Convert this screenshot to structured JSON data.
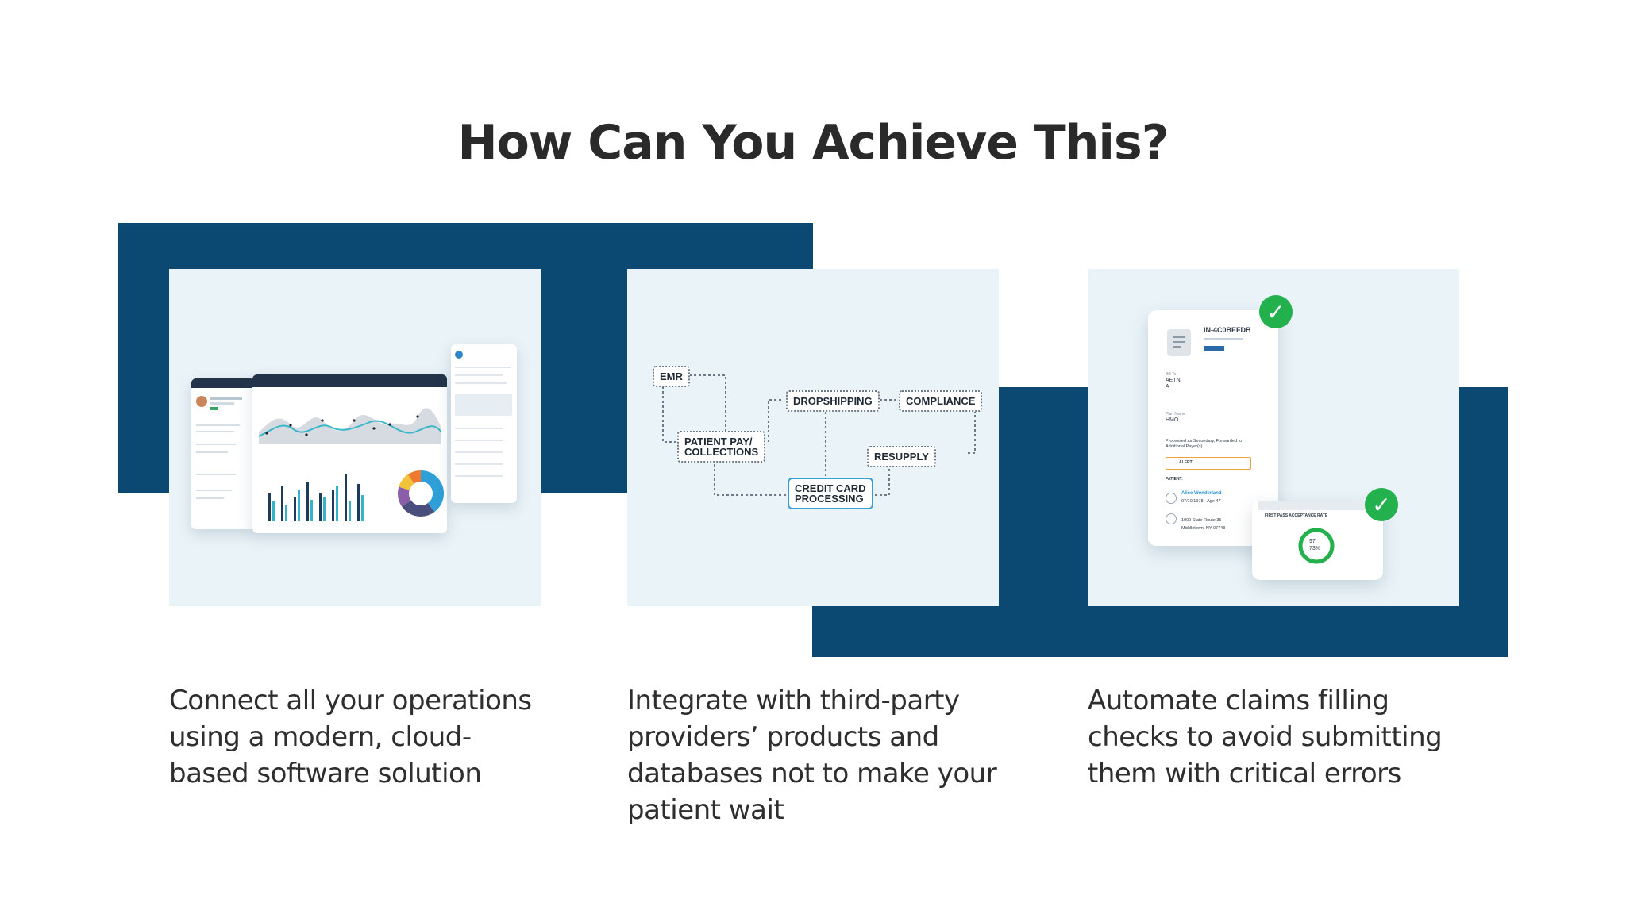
{
  "heading": "How Can You Achieve This?",
  "colors": {
    "band": "#0b4872",
    "card": "#eaf3f8",
    "accent": "#3a9fd5",
    "success": "#22b14c"
  },
  "features": [
    {
      "caption": "Connect all your operations using a modern, cloud-based software solution"
    },
    {
      "caption": "Integrate with third-party providers’ products and databases not to make your patient wait"
    },
    {
      "caption": "Automate claims filling checks to avoid submitting them with critical errors"
    }
  ],
  "diagram": {
    "emr": "EMR",
    "dropshipping": "DROPSHIPPING",
    "compliance": "COMPLIANCE",
    "patient_pay": "PATIENT PAY/",
    "collections": "COLLECTIONS",
    "resupply": "RESUPPLY",
    "credit_card": "CREDIT CARD",
    "processing": "PROCESSING"
  },
  "claim": {
    "id": "IN-4C0BEFDB",
    "bill_to_label": "Bill To",
    "bill_to": "AETN",
    "bill_to_2": "A",
    "plan_label": "Plan Name",
    "plan": "HMO",
    "status_text": "Processed as Secondary, Forwarded to Additional Payer(s)",
    "alert": "ALERT",
    "patient_label": "PATIENT:",
    "patient_name": "Alice Wonderland",
    "dob": "07/10/1978 · Age 47",
    "address_line1": "1000 State Route 35",
    "address_line2": "Middletown, NY 07748",
    "rate_label": "FIRST PASS ACCEPTANCE RATE",
    "rate_value1": "97.",
    "rate_value2": "73%"
  },
  "icons": [
    "check-icon",
    "document-icon",
    "pin-icon",
    "user-icon"
  ]
}
